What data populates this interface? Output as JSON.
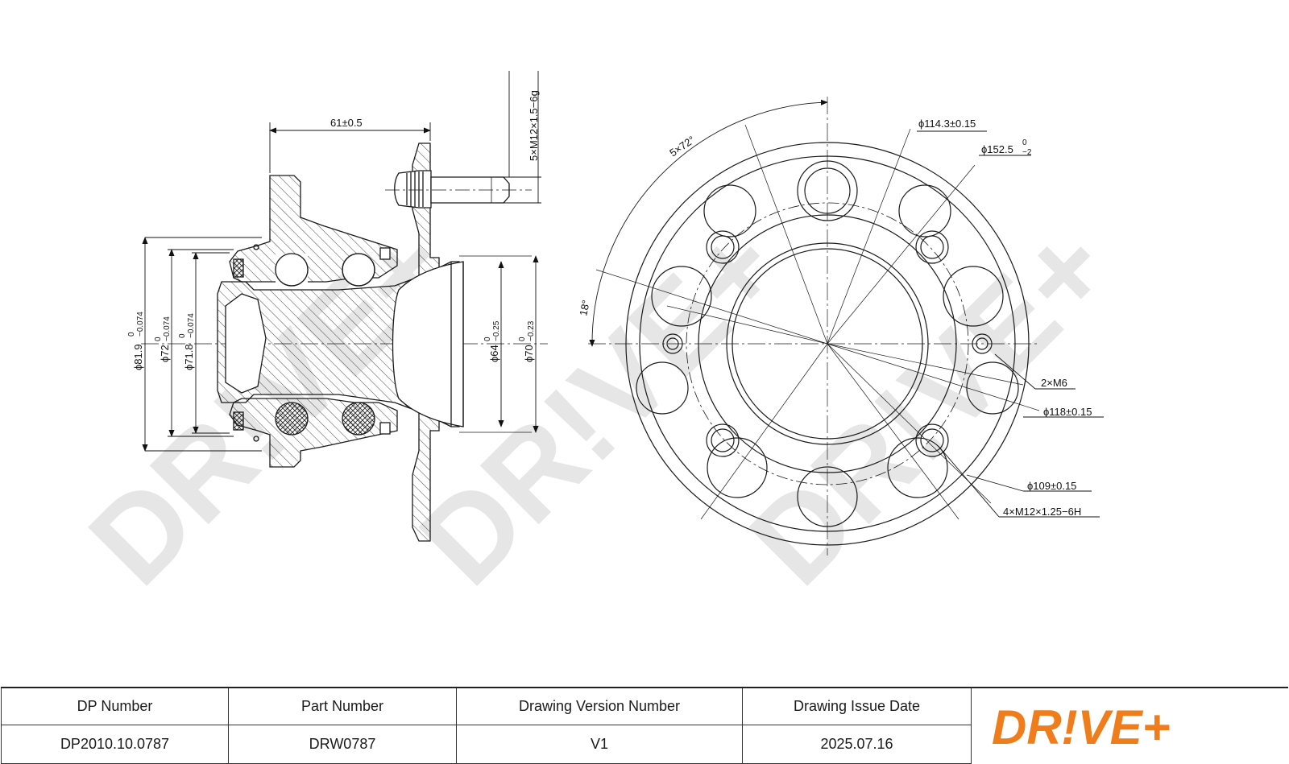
{
  "watermark": {
    "text": "DR!VE+"
  },
  "side_view": {
    "dims": {
      "width_61": "61±0.5",
      "stud_thread": "5×M12×1.5−6g",
      "dia_81_9": "ϕ81.9",
      "dia_81_9_tol": "0",
      "dia_81_9_tol_lo": "−0.074",
      "dia_72": "ϕ72",
      "dia_72_tol": "0",
      "dia_72_tol_lo": "−0.074",
      "dia_71_8": "ϕ71.8",
      "dia_71_8_tol": "0",
      "dia_71_8_tol_lo": "−0.074",
      "dia_64": "ϕ64",
      "dia_64_tol": "0",
      "dia_64_tol_lo": "−0.25",
      "dia_70": "ϕ70",
      "dia_70_tol": "0",
      "dia_70_tol_lo": "−0.23"
    }
  },
  "front_view": {
    "dims": {
      "pitch_angle": "5×72°",
      "offset_angle": "18°",
      "pcd_114": "ϕ114.3±0.15",
      "dia_152": "ϕ152.5",
      "dia_152_tol": "0",
      "dia_152_tol_lo": "−2",
      "holes_m6": "2×M6",
      "pcd_118": "ϕ118±0.15",
      "pcd_109": "ϕ109±0.15",
      "bolts_m12": "4×M12×1.25−6H"
    }
  },
  "title_block": {
    "headers": {
      "dp_number": "DP Number",
      "part_number": "Part Number",
      "version": "Drawing Version Number",
      "issue_date": "Drawing Issue Date"
    },
    "values": {
      "dp_number": "DP2010.10.0787",
      "part_number": "DRW0787",
      "version": "V1",
      "issue_date": "2025.07.16"
    },
    "logo_text": "DR!VE+",
    "logo_color": "#f07d1b"
  },
  "colors": {
    "line": "#1a1a1a",
    "watermark": "#e6e6e6",
    "accent": "#f07d1b"
  }
}
